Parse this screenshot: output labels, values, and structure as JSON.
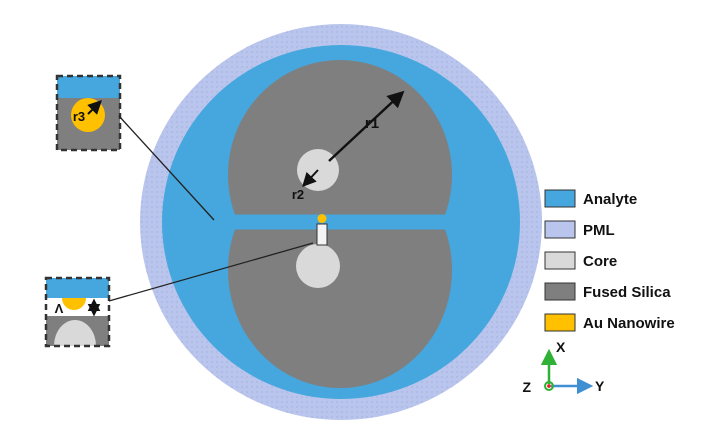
{
  "figure": {
    "labels": {
      "r1": "r1",
      "r2": "r2",
      "r3": "r3",
      "gap": "Λ"
    }
  },
  "legend": {
    "items": [
      {
        "label": "Analyte",
        "color": "#45a7dd"
      },
      {
        "label": "PML",
        "color": "#b9c5ec"
      },
      {
        "label": "Core",
        "color": "#d9d9d9"
      },
      {
        "label": "Fused Silica",
        "color": "#7f7f7f"
      },
      {
        "label": "Au Nanowire",
        "color": "#ffc000"
      }
    ]
  },
  "axes": {
    "x_label": "X",
    "y_label": "Y",
    "z_label": "Z",
    "x_color": "#2fb135",
    "y_color": "#3f8fd2",
    "z_color": "#e8211d"
  },
  "colors": {
    "analyte": "#45a7dd",
    "pml": "#b9c5ec",
    "core": "#d9d9d9",
    "fused_silica": "#7f7f7f",
    "gold": "#ffc000",
    "outline": "#222222",
    "background": "#ffffff"
  }
}
